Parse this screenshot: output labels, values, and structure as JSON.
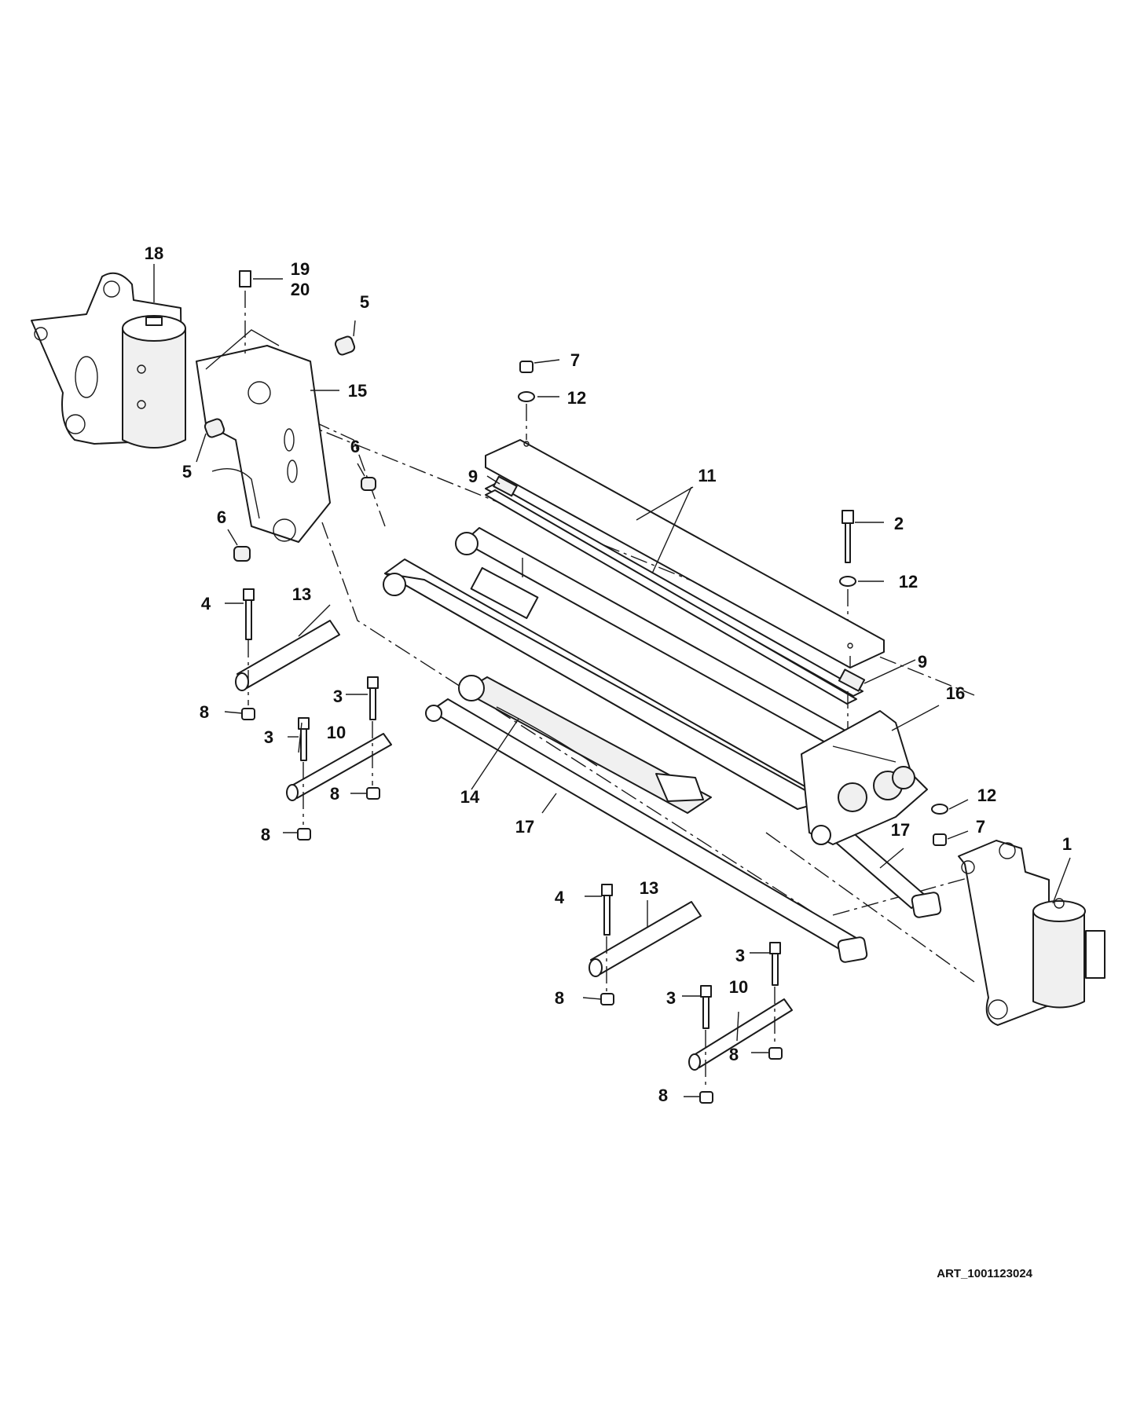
{
  "callouts": {
    "c1": "1",
    "c2": "2",
    "c3a": "3",
    "c3b": "3",
    "c3c": "3",
    "c3d": "3",
    "c4a": "4",
    "c4b": "4",
    "c5a": "5",
    "c5b": "5",
    "c6a": "6",
    "c6b": "6",
    "c7a": "7",
    "c7b": "7",
    "c8a": "8",
    "c8b": "8",
    "c8c": "8",
    "c8d": "8",
    "c8e": "8",
    "c8f": "8",
    "c9a": "9",
    "c9b": "9",
    "c10a": "10",
    "c10b": "10",
    "c11": "11",
    "c12a": "12",
    "c12b": "12",
    "c12c": "12",
    "c13a": "13",
    "c13b": "13",
    "c14": "14",
    "c15": "15",
    "c16": "16",
    "c17a": "17",
    "c17b": "17",
    "c18": "18",
    "c19": "19",
    "c20": "20"
  },
  "art_id": "ART_1001123024"
}
